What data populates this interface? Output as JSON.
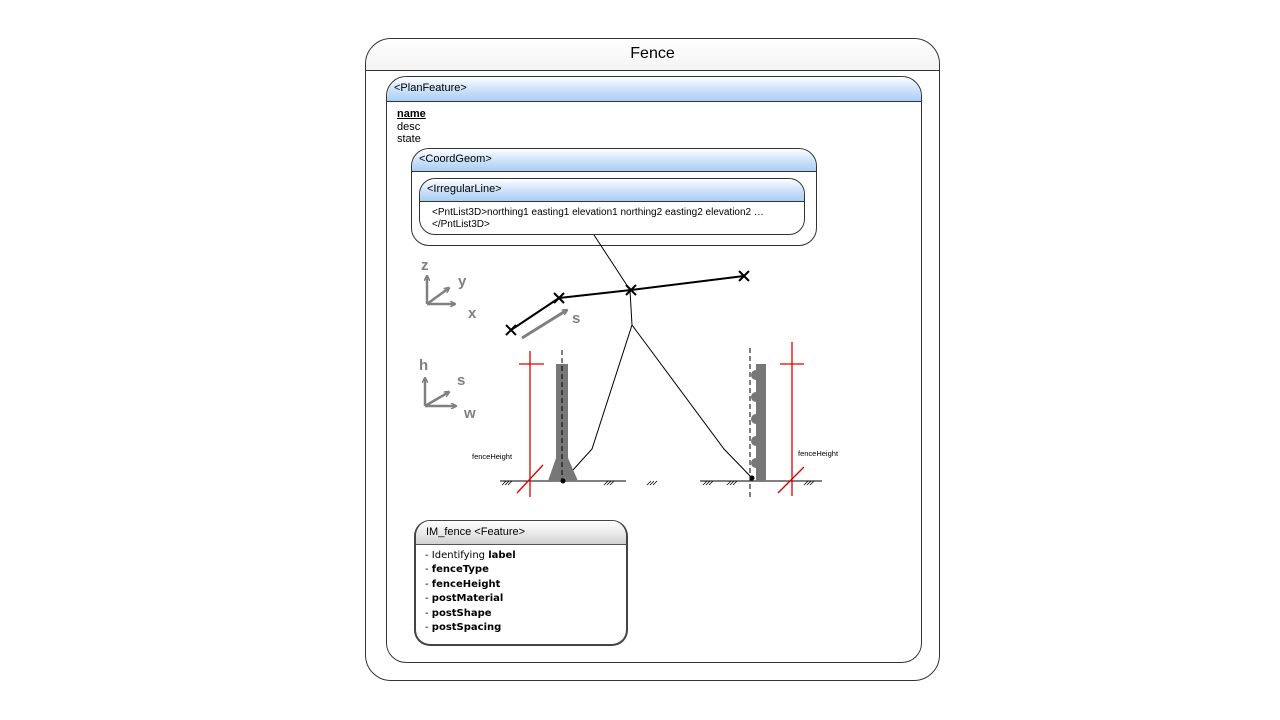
{
  "outer": {
    "title": "Fence"
  },
  "plan_feature": {
    "header": "<PlanFeature>",
    "attributes": [
      "name",
      "desc",
      "state"
    ]
  },
  "coord_geom": {
    "header": "<CoordGeom>"
  },
  "irregular_line": {
    "header": "<IrregularLine>",
    "line1": "<PntList3D>northing1 easting1 elevation1 northing2 easting2 elevation2 …",
    "line2": "</PntList3D>"
  },
  "axes_top": {
    "z": "z",
    "y": "y",
    "x": "x",
    "s": "s"
  },
  "axes_bottom": {
    "h": "h",
    "s": "s",
    "w": "w"
  },
  "labels": {
    "fence_height_left": "fenceHeight",
    "fence_height_right": "fenceHeight"
  },
  "im_fence": {
    "header": "IM_fence <Feature>",
    "items": [
      {
        "prefix": "- Identifying ",
        "bold": "label"
      },
      {
        "prefix": "- ",
        "bold": "fenceType"
      },
      {
        "prefix": "- ",
        "bold": "fenceHeight"
      },
      {
        "prefix": "- ",
        "bold": "postMaterial"
      },
      {
        "prefix": "- ",
        "bold": "postShape"
      },
      {
        "prefix": "- ",
        "bold": "postSpacing"
      }
    ]
  },
  "colors": {
    "header_blue": "#a9cdf5",
    "red": "#e00000",
    "gray_post": "#777777",
    "axis_gray": "#808080"
  }
}
